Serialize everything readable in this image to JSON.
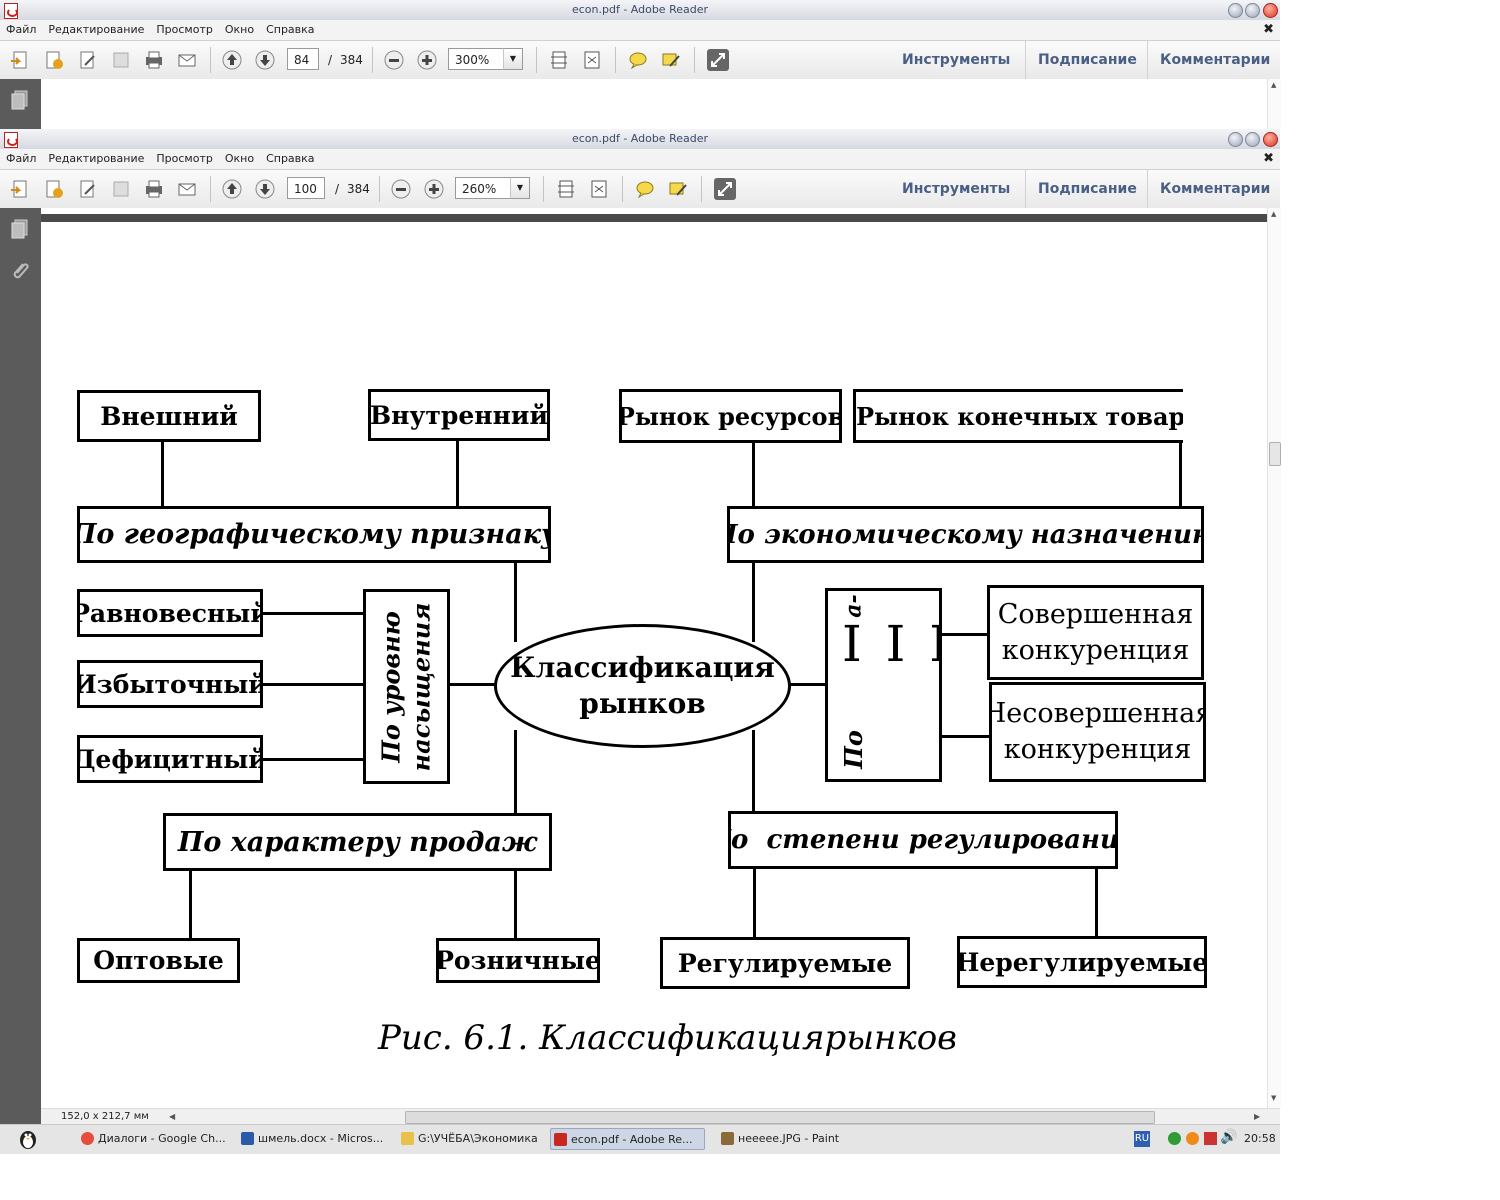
{
  "window": {
    "title": "econ.pdf - Adobe Reader",
    "menu": [
      "Файл",
      "Редактирование",
      "Просмотр",
      "Окно",
      "Справка"
    ],
    "close_glyph": "✖"
  },
  "toolbar_back": {
    "page_current": "84",
    "page_sep": "/",
    "page_total": "384",
    "zoom": "300%"
  },
  "toolbar_front": {
    "page_current": "100",
    "page_sep": "/",
    "page_total": "384",
    "zoom": "260%"
  },
  "right_links": [
    "Инструменты",
    "Подписание",
    "Комментарии"
  ],
  "diagram": {
    "center": [
      "Классификация",
      "рынков"
    ],
    "top_left": [
      "Внешний",
      "Внутренний"
    ],
    "top_right": [
      "Рынок ресурсов",
      "Рынок конечных товаро"
    ],
    "geo": "По географическому признаку",
    "econ": "По экономическому назначению",
    "saturation_left": [
      "Равновесный",
      "Избыточный",
      "Дефицитный"
    ],
    "saturation": [
      "По уровню",
      "насыщения"
    ],
    "competition_label_top": "а-",
    "competition_label_mid": "І І Ц",
    "competition_label_bottom": "По",
    "competition": [
      "Совершенная",
      "конкуренция",
      "Несовершенная",
      "конкуренция"
    ],
    "sales": "По характеру продаж",
    "sales_types": [
      "Оптовые",
      "Розничные"
    ],
    "regulation": "По  степени регулирования",
    "regulation_types": [
      "Регулируемые",
      "Нерегулируемые"
    ],
    "caption": "Рис. 6.1. Классификациярынков"
  },
  "status": {
    "page_size": "152,0 x 212,7 мм"
  },
  "taskbar": {
    "items": [
      {
        "label": "Диалоги - Google Ch...",
        "color": "#e84c3d"
      },
      {
        "label": "шмель.docx - Micros...",
        "color": "#2b5ba8"
      },
      {
        "label": "G:\\УЧЁБА\\Экономика",
        "color": "#e8c14a"
      },
      {
        "label": "econ.pdf - Adobe Re...",
        "color": "#c8281e"
      },
      {
        "label": "неееее.JPG - Paint",
        "color": "#8a6a3a"
      }
    ],
    "lang": "RU",
    "clock": "20:58"
  }
}
